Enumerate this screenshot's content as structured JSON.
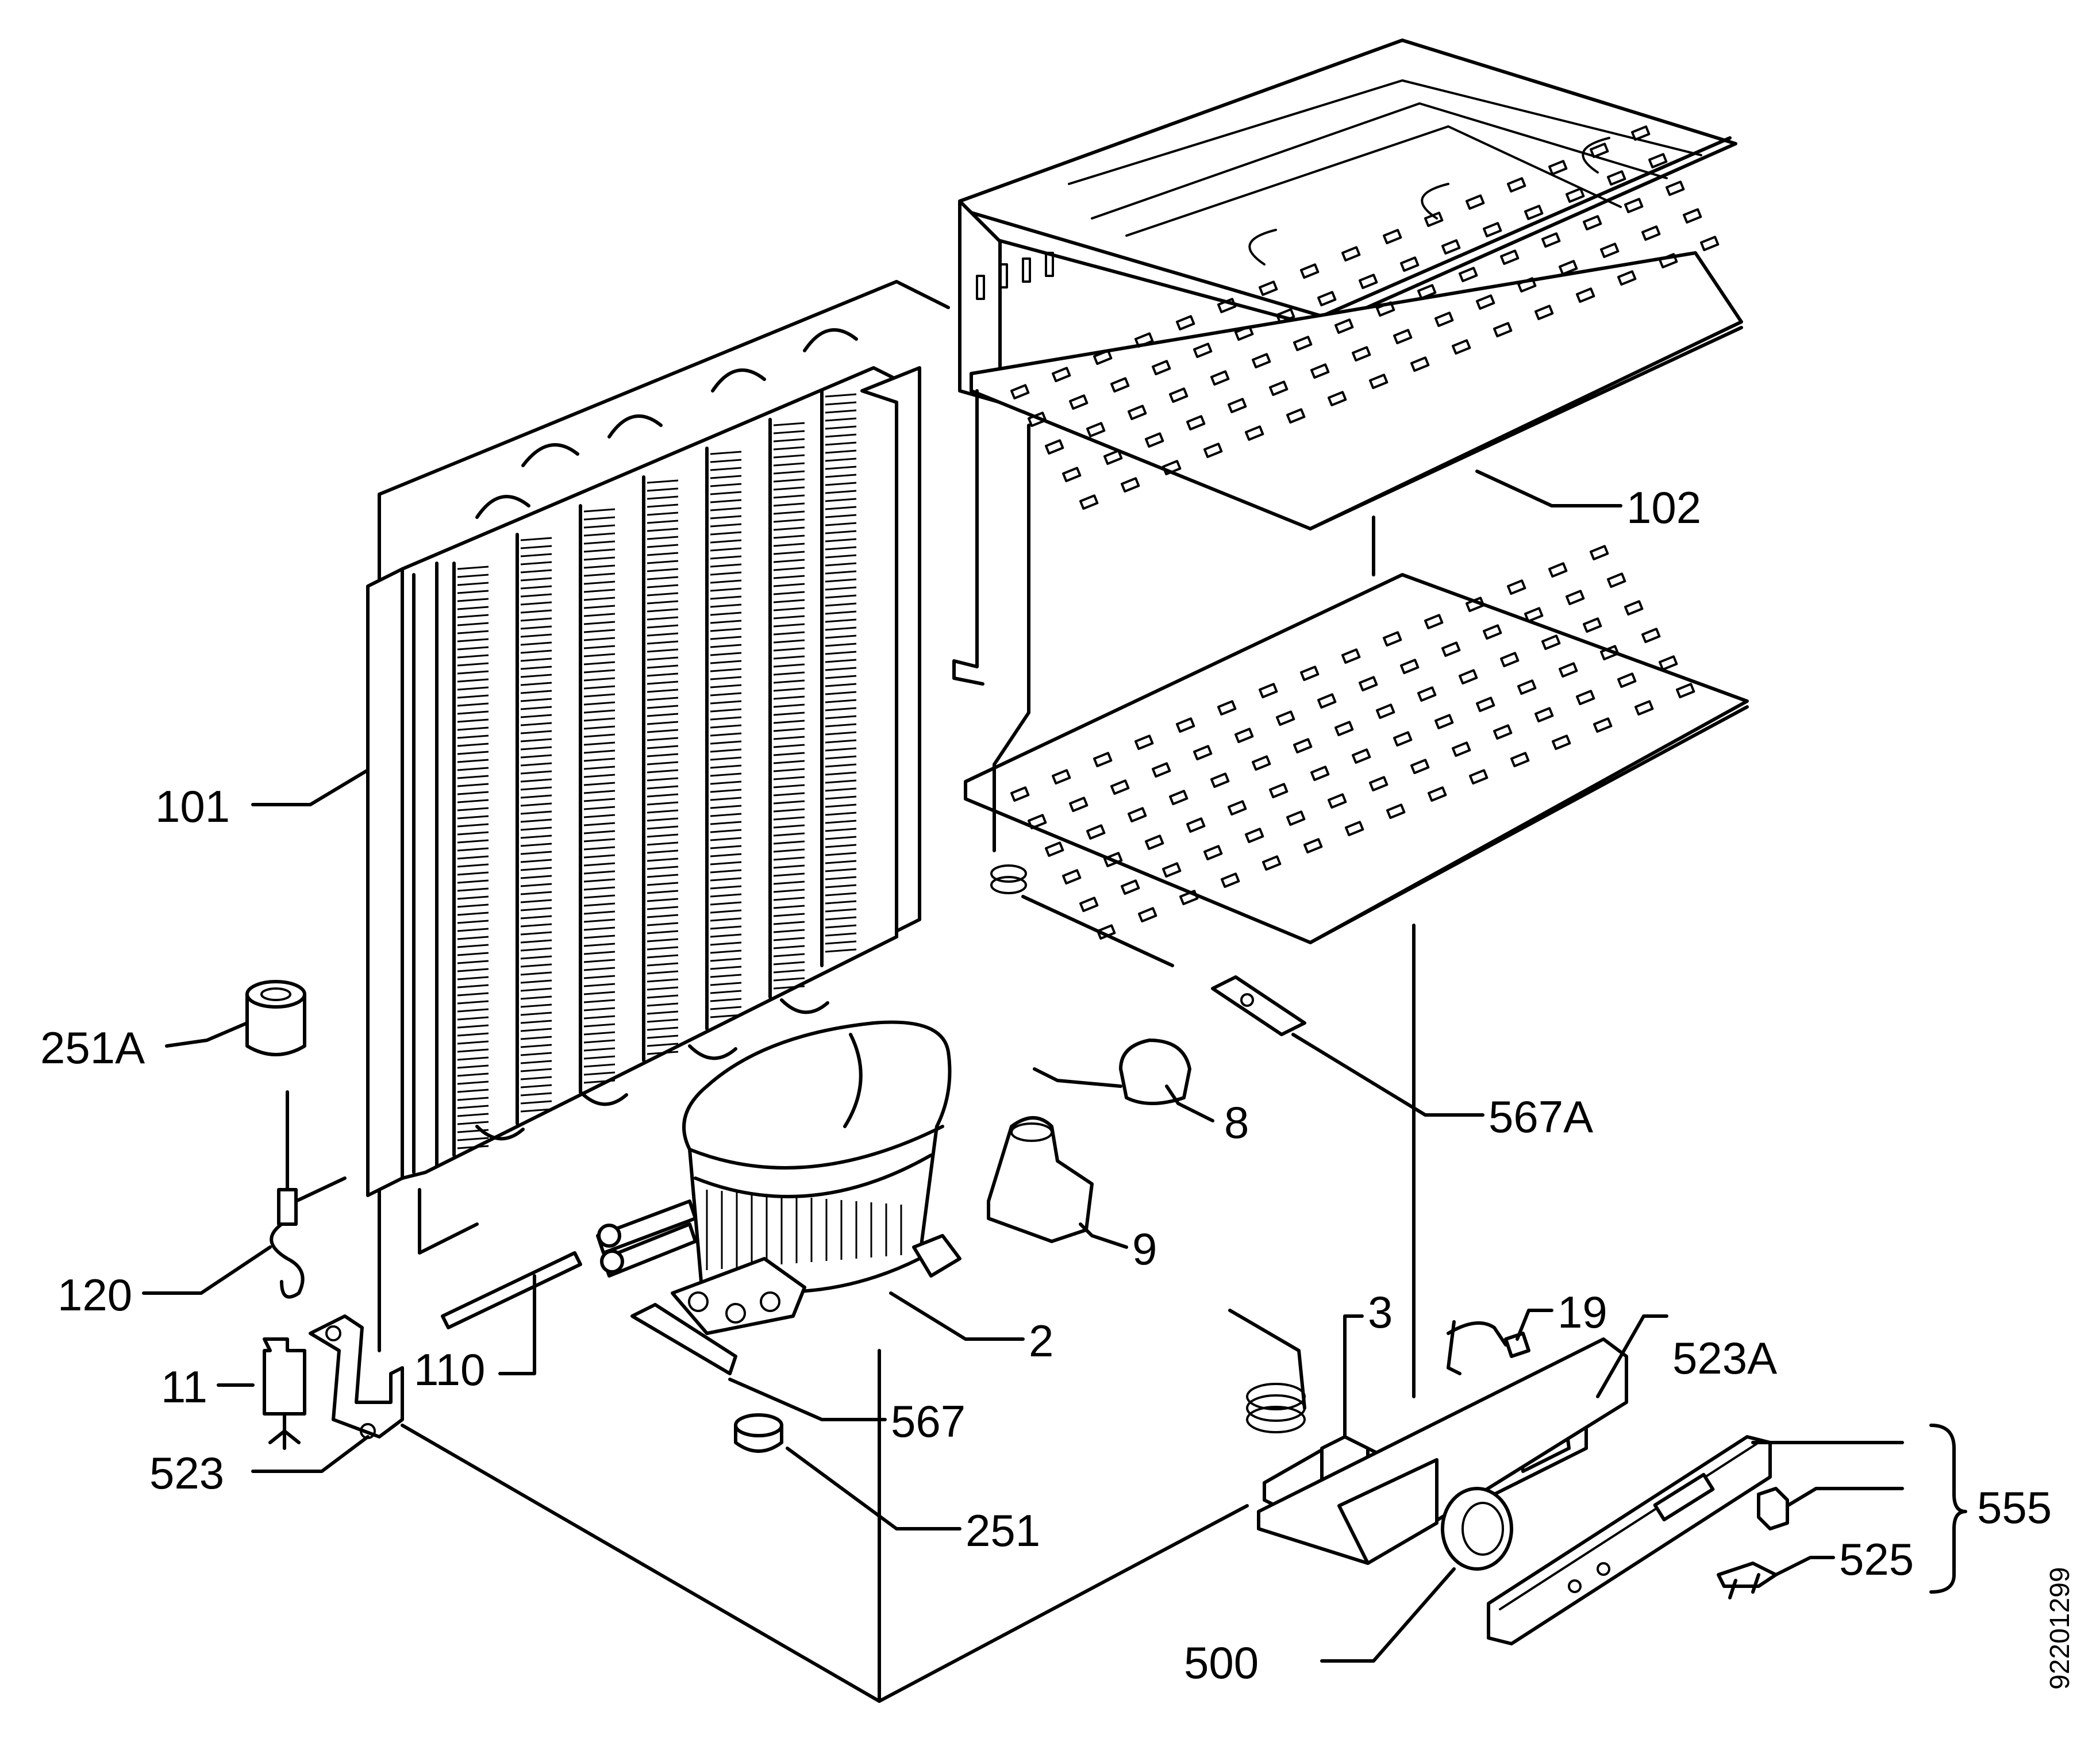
{
  "diagram_code": "92201299",
  "labels": {
    "l101": "101",
    "l102": "102",
    "l251A_num": "251",
    "l251A_suf": "A",
    "l120": "120",
    "l11": "11",
    "l523": "523",
    "l110": "110",
    "l2": "2",
    "l567": "567",
    "l251": "251",
    "l8": "8",
    "l9": "9",
    "l567A_num": "567",
    "l567A_suf": "A",
    "l3": "3",
    "l19": "19",
    "l523A_num": "523",
    "l523A_suf": "A",
    "l555": "555",
    "l525": "525",
    "l500": "500"
  },
  "parts": [
    {
      "ref": "101",
      "icon": "condenser"
    },
    {
      "ref": "102",
      "icon": "evaporator-shelves"
    },
    {
      "ref": "251A",
      "icon": "grommet"
    },
    {
      "ref": "120",
      "icon": "drier-filter"
    },
    {
      "ref": "11",
      "icon": "plug"
    },
    {
      "ref": "523",
      "icon": "bracket"
    },
    {
      "ref": "110",
      "icon": "tube"
    },
    {
      "ref": "2",
      "icon": "compressor"
    },
    {
      "ref": "567",
      "icon": "plate"
    },
    {
      "ref": "251",
      "icon": "grommet"
    },
    {
      "ref": "8",
      "icon": "relay"
    },
    {
      "ref": "9",
      "icon": "relay-cover"
    },
    {
      "ref": "567A",
      "icon": "clip"
    },
    {
      "ref": "3",
      "icon": "thermostat"
    },
    {
      "ref": "19",
      "icon": "lamp"
    },
    {
      "ref": "523A",
      "icon": "lamp-holder"
    },
    {
      "ref": "555",
      "icon": "control-panel"
    },
    {
      "ref": "525",
      "icon": "switch"
    },
    {
      "ref": "500",
      "icon": "knob"
    }
  ]
}
